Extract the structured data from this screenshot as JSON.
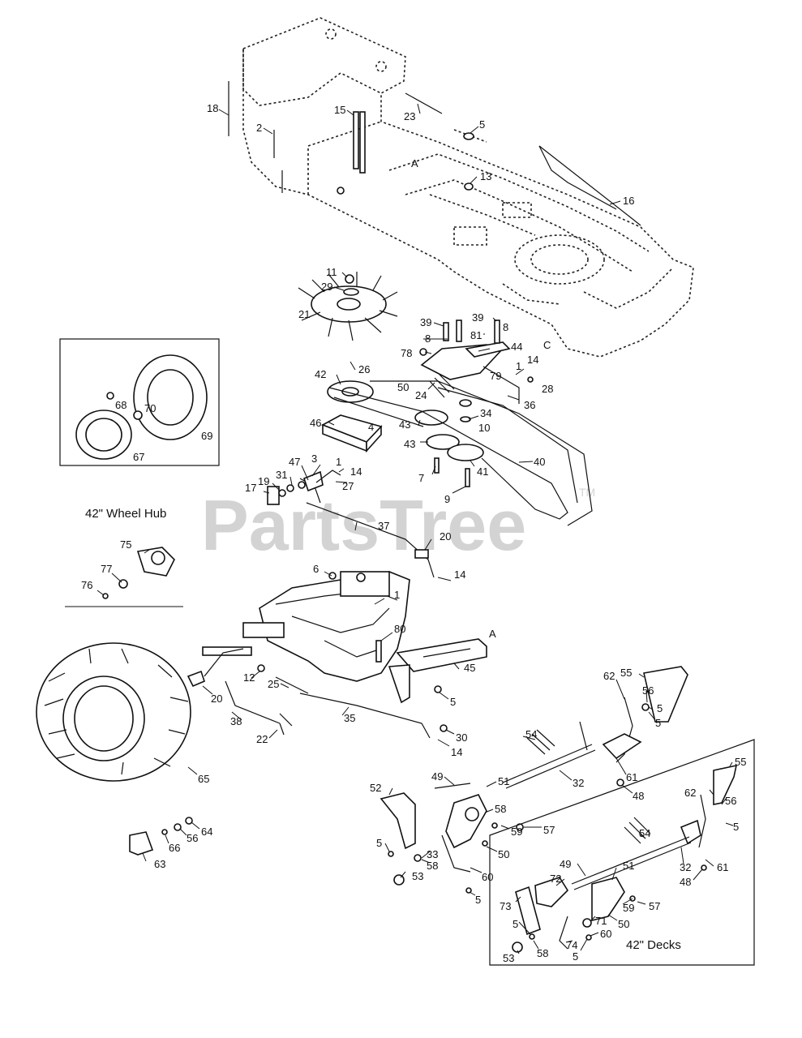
{
  "watermark": {
    "text": "PartsTree",
    "tm": "TM"
  },
  "captions": {
    "wheel_hub": "42\" Wheel Hub",
    "decks": "42\" Decks"
  },
  "frame_labels": {
    "a": "A",
    "c": "C",
    "a2": "A"
  },
  "callouts": {
    "c18": "18",
    "c2": "2",
    "c15": "15",
    "c23": "23",
    "c5a": "5",
    "c13": "13",
    "c16": "16",
    "c11": "11",
    "c29": "29",
    "c21": "21",
    "c26": "26",
    "c39a": "39",
    "c8a": "8",
    "c39b": "39",
    "c8b": "8",
    "c81": "81",
    "c78": "78",
    "c44": "44",
    "c79": "79",
    "c14a": "14",
    "c1a": "1",
    "c28": "28",
    "c42": "42",
    "c50a": "50",
    "c24": "24",
    "c36": "36",
    "c34": "34",
    "c10": "10",
    "c68": "68",
    "c70": "70",
    "c69": "69",
    "c67": "67",
    "c46": "46",
    "c4": "4",
    "c43a": "43",
    "c43b": "43",
    "c41": "41",
    "c40": "40",
    "c7": "7",
    "c9": "9",
    "c3": "3",
    "c47": "47",
    "c1b": "1",
    "c14b": "14",
    "c19": "19",
    "c31": "31",
    "c17": "17",
    "c27": "27",
    "c37": "37",
    "c20a": "20",
    "c75": "75",
    "c77": "77",
    "c76": "76",
    "c6": "6",
    "c14c": "14",
    "c1c": "1",
    "c80": "80",
    "c45": "45",
    "c12": "12",
    "c25": "25",
    "c5b": "5",
    "c20b": "20",
    "c38": "38",
    "c35": "35",
    "c22": "22",
    "c30": "30",
    "c14d": "14",
    "c55a": "55",
    "c62a": "62",
    "c56a": "56",
    "c5c": "5",
    "c5d": "5",
    "c54a": "54",
    "c61a": "61",
    "c32a": "32",
    "c48a": "48",
    "c65": "65",
    "c49a": "49",
    "c51a": "51",
    "c52": "52",
    "c58a": "58",
    "c59a": "59",
    "c57a": "57",
    "c64": "64",
    "c56b": "56",
    "c66": "66",
    "c5e": "5",
    "c33": "33",
    "c58b": "58",
    "c50b": "50",
    "c53a": "53",
    "c60a": "60",
    "c63": "63",
    "c5f": "5",
    "c55b": "55",
    "c62b": "62",
    "c56c": "56",
    "c5g": "5",
    "c54b": "54",
    "c32b": "32",
    "c48b": "48",
    "c61b": "61",
    "c49b": "49",
    "c72": "72",
    "c51b": "51",
    "c59b": "59",
    "c57b": "57",
    "c73": "73",
    "c71": "71",
    "c50c": "50",
    "c5h": "5",
    "c60b": "60",
    "c74": "74",
    "c58c": "58",
    "c53b": "53",
    "c5i": "5"
  }
}
